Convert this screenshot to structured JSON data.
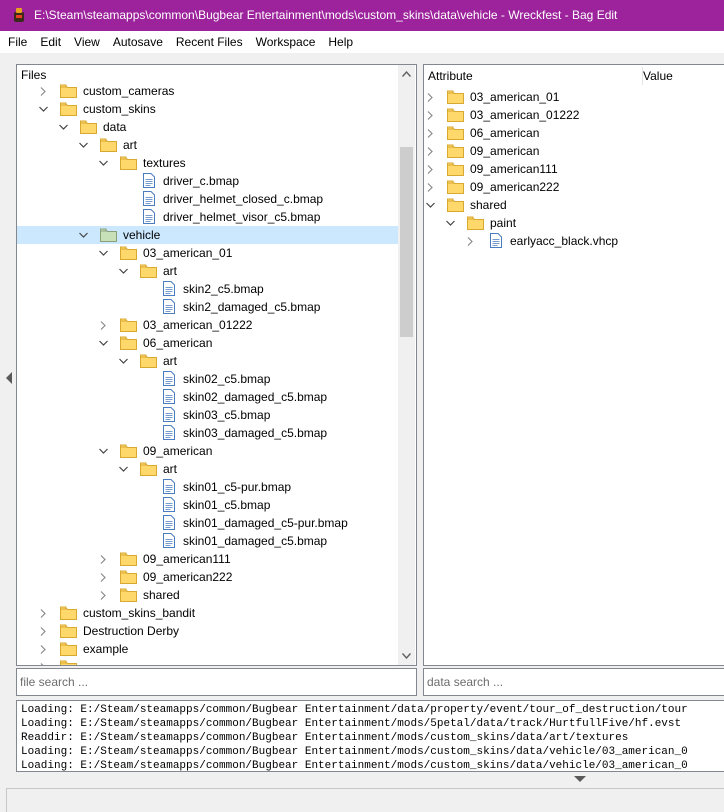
{
  "window": {
    "title": "E:\\Steam\\steamapps\\common\\Bugbear Entertainment\\mods\\custom_skins\\data\\vehicle - Wreckfest - Bag Edit",
    "accent": "#9c239c"
  },
  "menu": [
    "File",
    "Edit",
    "View",
    "Autosave",
    "Recent Files",
    "Workspace",
    "Help"
  ],
  "files": {
    "header": "Files",
    "rows": [
      {
        "label": "custom_cameras",
        "depth": 0,
        "expander": "collapsed",
        "type": "folder"
      },
      {
        "label": "custom_skins",
        "depth": 0,
        "expander": "expanded",
        "type": "folder"
      },
      {
        "label": "data",
        "depth": 1,
        "expander": "expanded",
        "type": "folder"
      },
      {
        "label": "art",
        "depth": 2,
        "expander": "expanded",
        "type": "folder"
      },
      {
        "label": "textures",
        "depth": 3,
        "expander": "expanded",
        "type": "folder"
      },
      {
        "label": "driver_c.bmap",
        "depth": 4,
        "expander": "none",
        "type": "file"
      },
      {
        "label": "driver_helmet_closed_c.bmap",
        "depth": 4,
        "expander": "none",
        "type": "file"
      },
      {
        "label": "driver_helmet_visor_c5.bmap",
        "depth": 4,
        "expander": "none",
        "type": "file"
      },
      {
        "label": "vehicle",
        "depth": 2,
        "expander": "expanded",
        "type": "folder",
        "selected": true
      },
      {
        "label": "03_american_01",
        "depth": 3,
        "expander": "expanded",
        "type": "folder"
      },
      {
        "label": "art",
        "depth": 4,
        "expander": "expanded",
        "type": "folder"
      },
      {
        "label": "skin2_c5.bmap",
        "depth": 5,
        "expander": "none",
        "type": "file"
      },
      {
        "label": "skin2_damaged_c5.bmap",
        "depth": 5,
        "expander": "none",
        "type": "file"
      },
      {
        "label": "03_american_01222",
        "depth": 3,
        "expander": "collapsed",
        "type": "folder"
      },
      {
        "label": "06_american",
        "depth": 3,
        "expander": "expanded",
        "type": "folder"
      },
      {
        "label": "art",
        "depth": 4,
        "expander": "expanded",
        "type": "folder"
      },
      {
        "label": "skin02_c5.bmap",
        "depth": 5,
        "expander": "none",
        "type": "file"
      },
      {
        "label": "skin02_damaged_c5.bmap",
        "depth": 5,
        "expander": "none",
        "type": "file"
      },
      {
        "label": "skin03_c5.bmap",
        "depth": 5,
        "expander": "none",
        "type": "file"
      },
      {
        "label": "skin03_damaged_c5.bmap",
        "depth": 5,
        "expander": "none",
        "type": "file"
      },
      {
        "label": "09_american",
        "depth": 3,
        "expander": "expanded",
        "type": "folder"
      },
      {
        "label": "art",
        "depth": 4,
        "expander": "expanded",
        "type": "folder"
      },
      {
        "label": "skin01_c5-pur.bmap",
        "depth": 5,
        "expander": "none",
        "type": "file"
      },
      {
        "label": "skin01_c5.bmap",
        "depth": 5,
        "expander": "none",
        "type": "file"
      },
      {
        "label": "skin01_damaged_c5-pur.bmap",
        "depth": 5,
        "expander": "none",
        "type": "file"
      },
      {
        "label": "skin01_damaged_c5.bmap",
        "depth": 5,
        "expander": "none",
        "type": "file"
      },
      {
        "label": "09_american111",
        "depth": 3,
        "expander": "collapsed",
        "type": "folder"
      },
      {
        "label": "09_american222",
        "depth": 3,
        "expander": "collapsed",
        "type": "folder"
      },
      {
        "label": "shared",
        "depth": 3,
        "expander": "collapsed",
        "type": "folder"
      },
      {
        "label": "custom_skins_bandit",
        "depth": 0,
        "expander": "collapsed",
        "type": "folder"
      },
      {
        "label": "Destruction Derby",
        "depth": 0,
        "expander": "collapsed",
        "type": "folder"
      },
      {
        "label": "example",
        "depth": 0,
        "expander": "collapsed",
        "type": "folder"
      },
      {
        "label": "",
        "depth": 0,
        "expander": "collapsed",
        "type": "folder"
      }
    ]
  },
  "attributes": {
    "col_attribute": "Attribute",
    "col_value": "Value",
    "rows": [
      {
        "label": "03_american_01",
        "depth": 0,
        "expander": "collapsed",
        "type": "folder"
      },
      {
        "label": "03_american_01222",
        "depth": 0,
        "expander": "collapsed",
        "type": "folder"
      },
      {
        "label": "06_american",
        "depth": 0,
        "expander": "collapsed",
        "type": "folder"
      },
      {
        "label": "09_american",
        "depth": 0,
        "expander": "collapsed",
        "type": "folder"
      },
      {
        "label": "09_american111",
        "depth": 0,
        "expander": "collapsed",
        "type": "folder"
      },
      {
        "label": "09_american222",
        "depth": 0,
        "expander": "collapsed",
        "type": "folder"
      },
      {
        "label": "shared",
        "depth": 0,
        "expander": "expanded",
        "type": "folder"
      },
      {
        "label": "paint",
        "depth": 1,
        "expander": "expanded",
        "type": "folder"
      },
      {
        "label": "earlyacc_black.vhcp",
        "depth": 2,
        "expander": "collapsed",
        "type": "file"
      }
    ]
  },
  "search": {
    "file_placeholder": "file search ...",
    "data_placeholder": "data search ..."
  },
  "log": [
    "Loading: E:/Steam/steamapps/common/Bugbear Entertainment/data/property/event/tour_of_destruction/tour",
    "Loading: E:/Steam/steamapps/common/Bugbear Entertainment/mods/5petal/data/track/HurtfullFive/hf.evst",
    "Readdir: E:/Steam/steamapps/common/Bugbear Entertainment/mods/custom_skins/data/art/textures",
    "Loading: E:/Steam/steamapps/common/Bugbear Entertainment/mods/custom_skins/data/vehicle/03_american_0",
    "Loading: E:/Steam/steamapps/common/Bugbear Entertainment/mods/custom_skins/data/vehicle/03_american_0"
  ]
}
